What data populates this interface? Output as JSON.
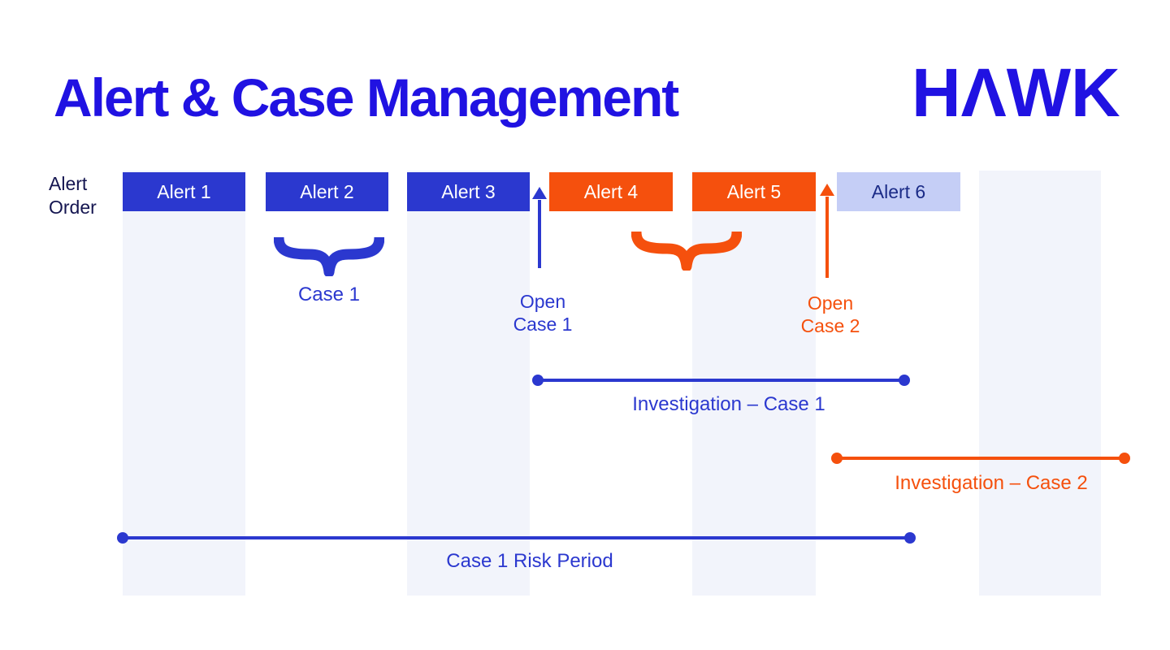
{
  "header": {
    "title": "Alert & Case Management",
    "logo_text": "HΛWK"
  },
  "axis": {
    "label_line1": "Alert",
    "label_line2": "Order"
  },
  "alerts": [
    {
      "label": "Alert 1",
      "style": "blue"
    },
    {
      "label": "Alert 2",
      "style": "blue"
    },
    {
      "label": "Alert 3",
      "style": "blue"
    },
    {
      "label": "Alert 4",
      "style": "orange"
    },
    {
      "label": "Alert 5",
      "style": "orange"
    },
    {
      "label": "Alert 6",
      "style": "light"
    }
  ],
  "annotations": {
    "case1_brace_label": "Case 1",
    "open_case1": {
      "line1": "Open",
      "line2": "Case 1"
    },
    "open_case2": {
      "line1": "Open",
      "line2": "Case 2"
    },
    "investigation_case1": "Investigation – Case 1",
    "investigation_case2": "Investigation – Case 2",
    "risk_period": "Case 1 Risk Period"
  },
  "colors": {
    "brand_blue": "#2012E2",
    "primary_blue": "#2B38CF",
    "orange": "#F5500D",
    "light_periwinkle": "#C5CEF6",
    "navy": "#141550",
    "alert6_text": "#1B2B87",
    "band": "#F2F4FB"
  }
}
